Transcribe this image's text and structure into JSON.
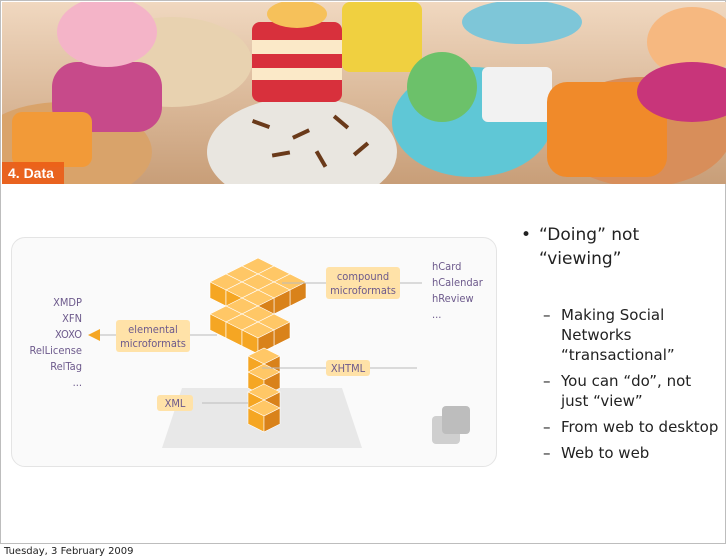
{
  "slide": {
    "section_label": "4. Data",
    "footer_date": "Tuesday, 3 February 2009"
  },
  "diagram": {
    "left_items": [
      "XMDP",
      "XFN",
      "XOXO",
      "RelLicense",
      "RelTag",
      "..."
    ],
    "elemental_line1": "elemental",
    "elemental_line2": "microformats",
    "compound_line1": "compound",
    "compound_line2": "microformats",
    "xhtml_label": "XHTML",
    "xml_label": "XML",
    "right_items": [
      "hCard",
      "hCalendar",
      "hReview",
      "..."
    ],
    "colors": {
      "block": "#f5a623",
      "block_dark": "#d9821a",
      "block_light": "#ffc766",
      "callout_bg": "#ffe2a8",
      "text": "#6d5a8c"
    }
  },
  "bullets": {
    "main": "“Doing” not “viewing”",
    "sub_items": [
      "Making Social Networks “transactional”",
      "You can “do”, not just “view”",
      "From web to desktop",
      "Web to web"
    ]
  }
}
